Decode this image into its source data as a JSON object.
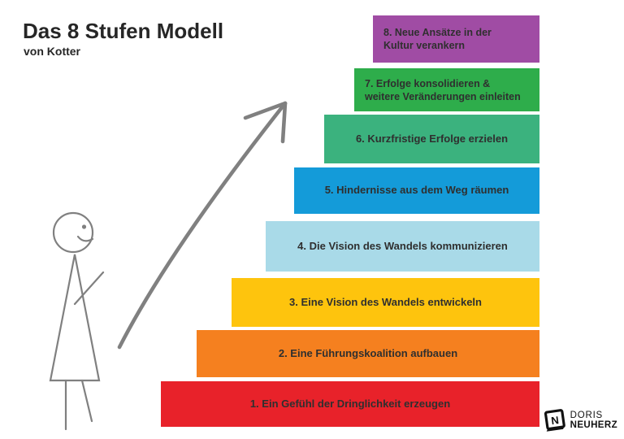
{
  "title": "Das 8 Stufen Modell",
  "subtitle": "von Kotter",
  "steps": [
    {
      "number": 8,
      "label": "8. Neue Ansätze in der\nKultur verankern",
      "color": "#a04ca4"
    },
    {
      "number": 7,
      "label": "7. Erfolge konsolidieren &\nweitere Veränderungen einleiten",
      "color": "#2ead4b"
    },
    {
      "number": 6,
      "label": "6. Kurzfristige Erfolge erzielen",
      "color": "#3bb27e"
    },
    {
      "number": 5,
      "label": "5. Hindernisse aus dem Weg räumen",
      "color": "#149bd9"
    },
    {
      "number": 4,
      "label": "4. Die Vision des Wandels kommunizieren",
      "color": "#a9dae8"
    },
    {
      "number": 3,
      "label": "3. Eine Vision des Wandels entwickeln",
      "color": "#fec40d"
    },
    {
      "number": 2,
      "label": "2. Eine Führungskoalition aufbauen",
      "color": "#f5801f"
    },
    {
      "number": 1,
      "label": "1. Ein Gefühl der Dringlichkeit erzeugen",
      "color": "#e8222a"
    }
  ],
  "logo": {
    "name": "DORIS",
    "surname": "NEUHERZ",
    "icon_letter": "N"
  },
  "colors": {
    "figure_stroke": "#808080",
    "arrow_stroke": "#7b7b7b",
    "step_text": "#2f2f2f",
    "title_text": "#262626"
  }
}
